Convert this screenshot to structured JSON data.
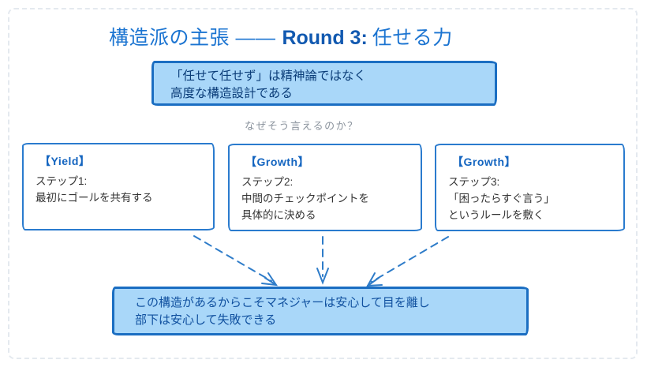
{
  "slide": {
    "title": {
      "prefix": "構造派の主張 ——",
      "round_label": "Round 3:",
      "suffix": "任せる力"
    },
    "claim_box": {
      "line1": "「任せて任せず」は精神論ではなく",
      "line2": "高度な構造設計である"
    },
    "question_label": "なぜそう言えるのか？",
    "steps": [
      {
        "tag": "【Yield】",
        "lines": [
          "ステップ1:",
          "最初にゴールを共有する"
        ]
      },
      {
        "tag": "【Growth】",
        "lines": [
          "ステップ2:",
          "中間のチェックポイントを",
          "具体的に決める"
        ]
      },
      {
        "tag": "【Growth】",
        "lines": [
          "ステップ3:",
          "「困ったらすぐ言う」",
          "というルールを敷く"
        ]
      }
    ],
    "conclusion_box": {
      "line1": "この構造があるからこそマネジャーは安心して目を離し",
      "line2": "部下は安心して失敗できる"
    },
    "colors": {
      "title_blue": "#1b74d1",
      "round_label_blue": "#1159b0",
      "highlight_box_fill": "#a9d7f9",
      "highlight_box_border": "#1b6ec2",
      "claim_text": "#0a3c78",
      "conclusion_text": "#10509f",
      "step_box_border": "#2a7bce",
      "step_tag_blue": "#1465c0",
      "step_text": "#333333",
      "question_gray": "#8c949e",
      "arrow_blue": "#2e7cc9",
      "frame_dash_gray": "#e4e9ef"
    }
  }
}
